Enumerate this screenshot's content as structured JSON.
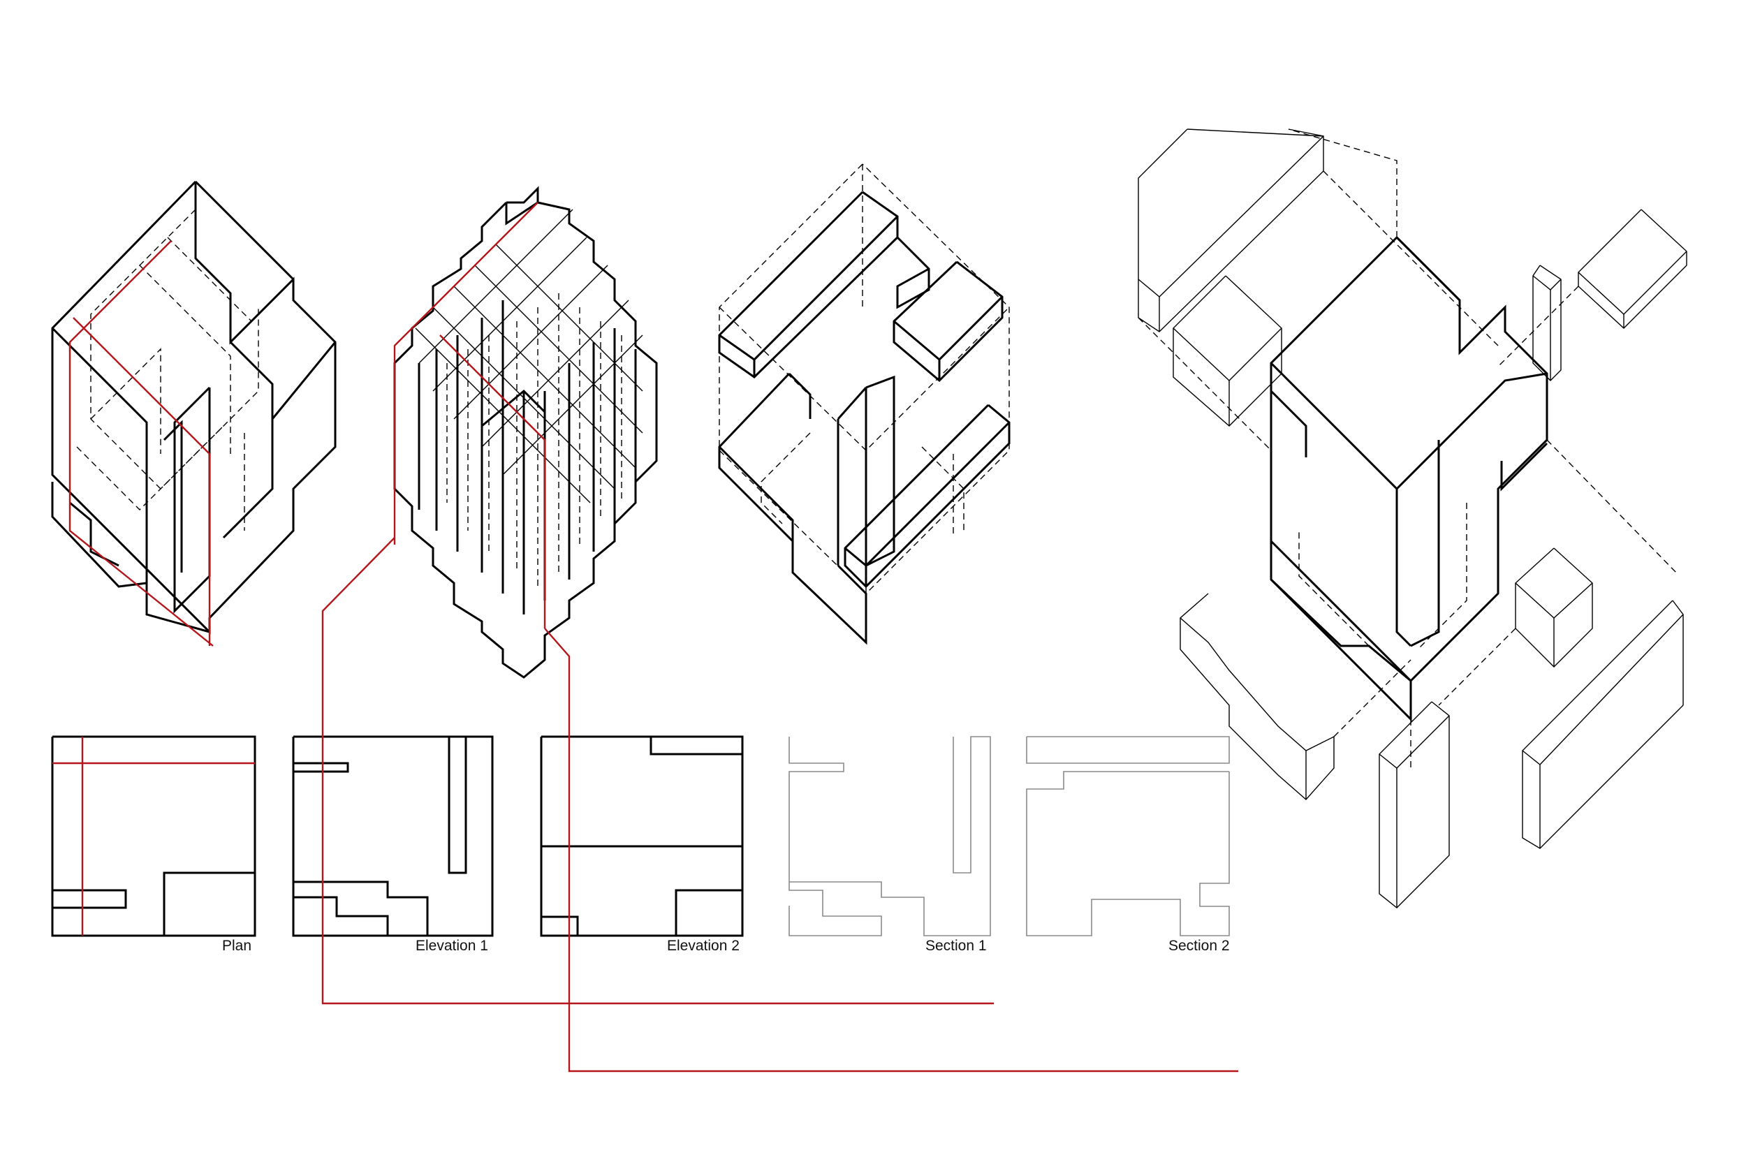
{
  "drawing_labels": {
    "plan": "Plan",
    "elevation_1": "Elevation 1",
    "elevation_2": "Elevation 2",
    "section_1": "Section 1",
    "section_2": "Section 2"
  },
  "colors": {
    "ink": "#000000",
    "cut_line": "#b4161b",
    "section_line": "#8a8a8a",
    "background": "#ffffff"
  }
}
